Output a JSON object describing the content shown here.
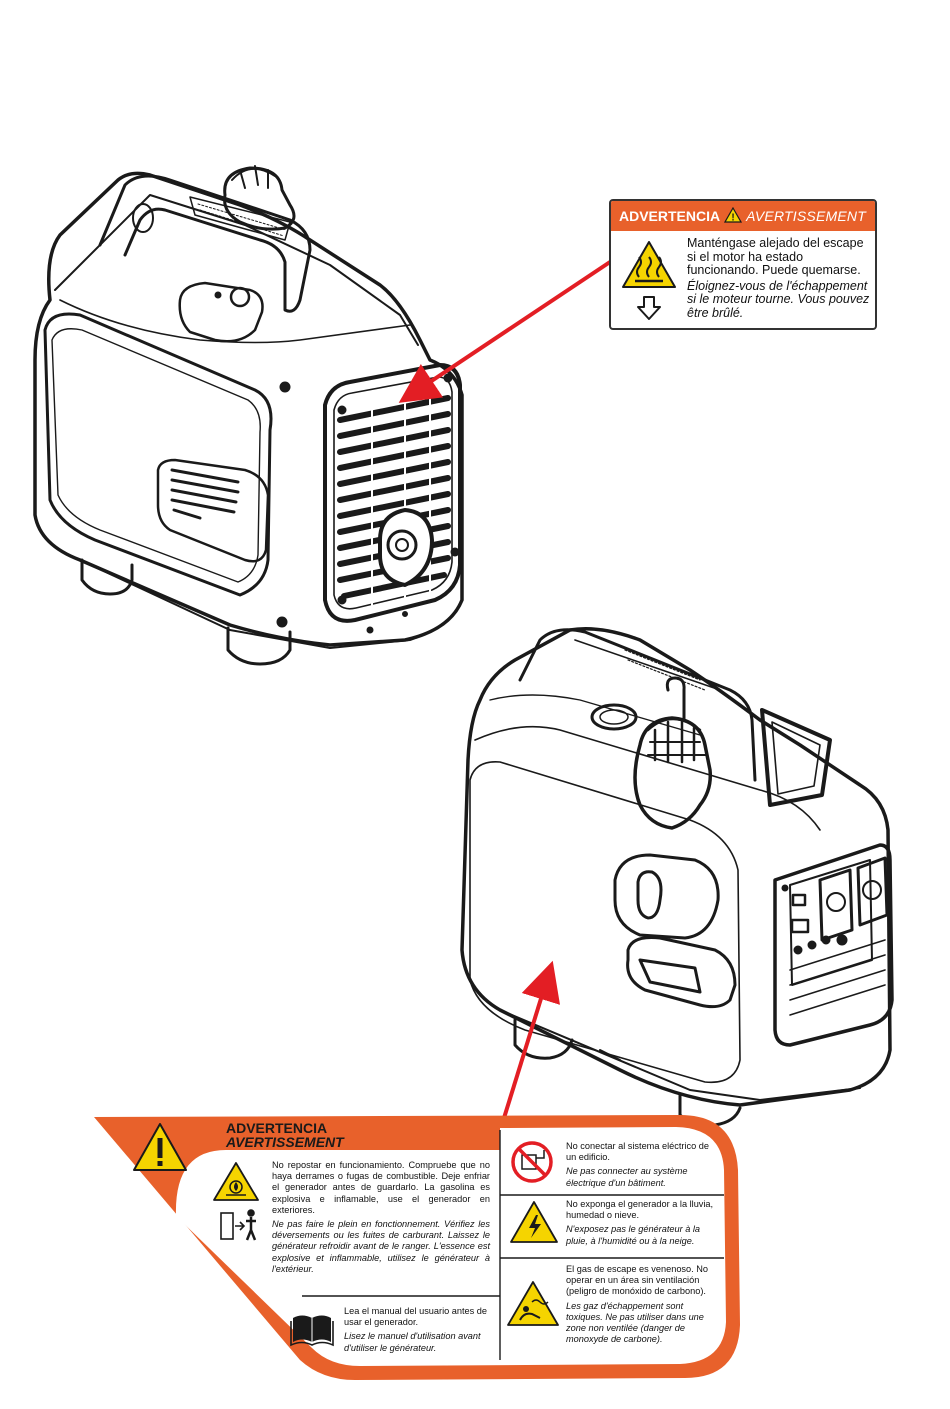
{
  "colors": {
    "label_orange": "#e8612b",
    "arrow_red": "#e31e24",
    "warning_yellow": "#f5d400",
    "line_art": "#1a1a1a"
  },
  "top_label": {
    "header_es": "ADVERTENCIA",
    "header_fr": "AVERTISSEMENT",
    "icon": "hot-surface-warning-icon",
    "text_es": "Manténgase alejado del escape si el motor ha estado funcionando. Puede quemarse.",
    "text_fr": "Éloignez-vous de l'échappement si le moteur tourne. Vous pouvez être brûlé."
  },
  "bottom_label": {
    "header_es": "ADVERTENCIA",
    "header_fr": "AVERTISSEMENT",
    "fuel": {
      "icons": [
        "fire-warning-icon",
        "outdoor-use-icon"
      ],
      "text_es": "No repostar en funcionamiento. Compruebe que no haya derrames o fugas de combustible. Deje enfriar el generador antes de guardarlo. La gasolina es explosiva e inflamable, use el generador en exteriores.",
      "text_fr": "Ne pas faire le plein en fonctionnement. Vérifiez les déversements ou les fuites de carburant. Laissez le générateur refroidir avant de le ranger. L'essence est explosive et inflammable, utilisez le générateur à l'extérieur."
    },
    "manual": {
      "icon": "manual-book-icon",
      "text_es": "Lea el manual del usuario antes de usar el generador.",
      "text_fr": "Lisez le manuel d'utilisation avant d'utiliser le générateur."
    },
    "building": {
      "icon": "no-building-connection-icon",
      "text_es": "No conectar al sistema eléctrico de un edificio.",
      "text_fr": "Ne pas connecter au système électrique d'un bâtiment."
    },
    "rain": {
      "icon": "electric-shock-warning-icon",
      "text_es": "No exponga el generador a la lluvia, humedad o nieve.",
      "text_fr": "N'exposez pas le générateur à la pluie, à l'humidité ou à la neige."
    },
    "exhaust": {
      "icon": "toxic-gas-warning-icon",
      "text_es": "El gas de escape es venenoso. No operar en un área sin ventilación (peligro de monóxido de carbono).",
      "text_fr": "Les gaz d'échappement sont toxiques. Ne pas utiliser dans une zone non ventilée (danger de monoxyde de carbone)."
    }
  }
}
